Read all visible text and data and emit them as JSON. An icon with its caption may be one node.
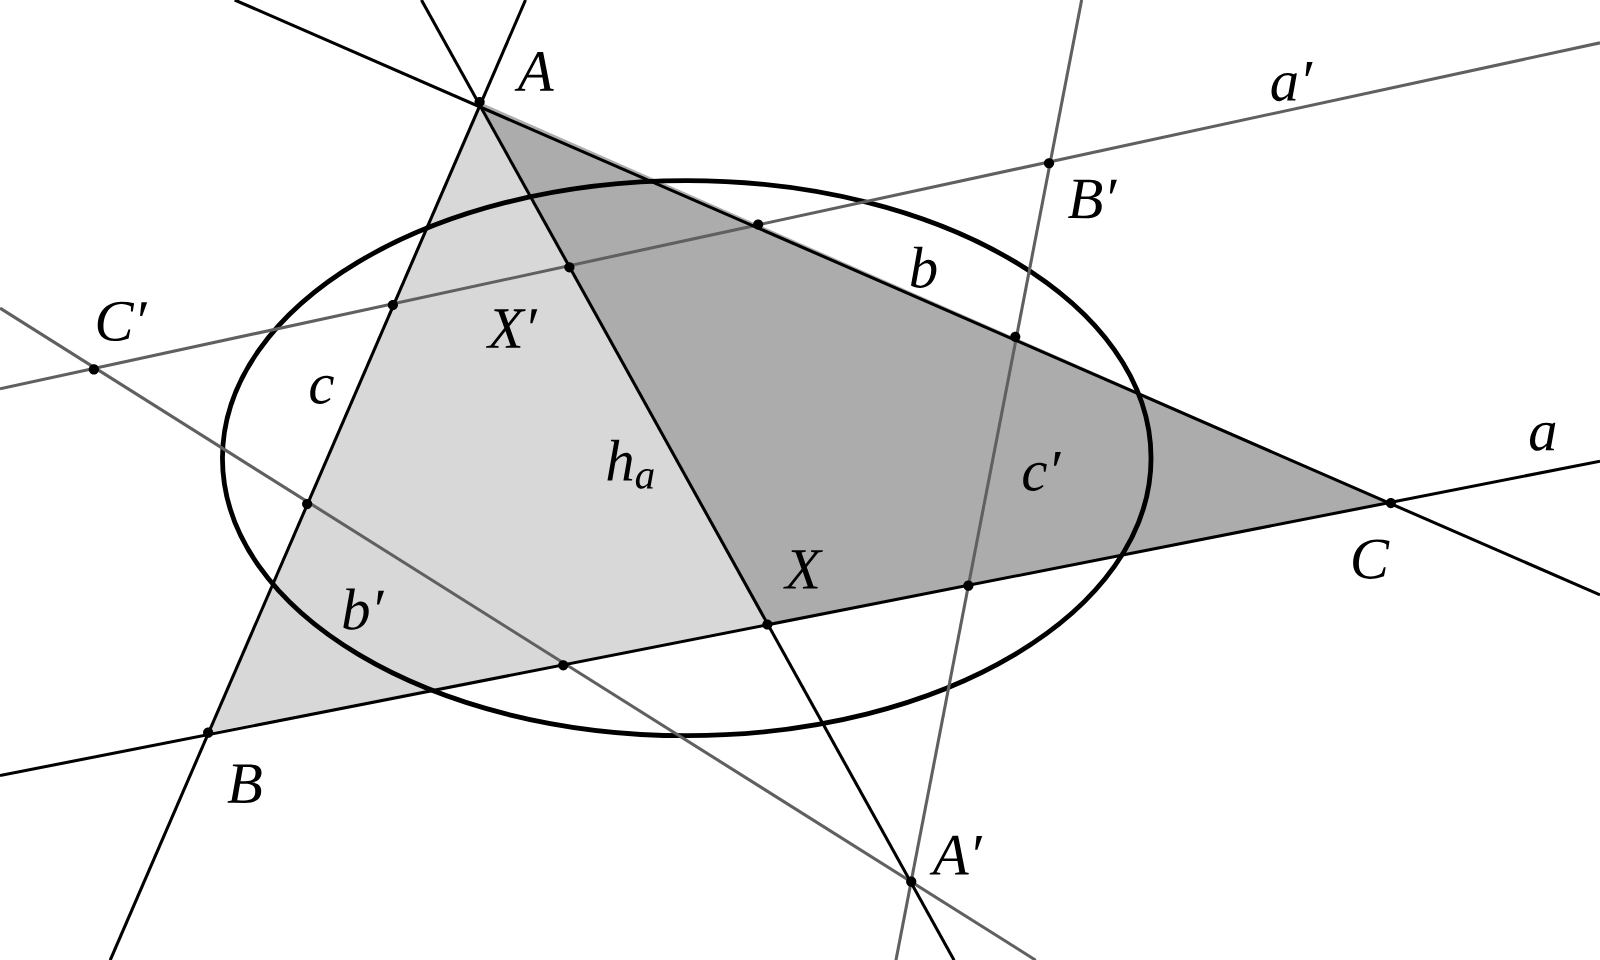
{
  "diagram": {
    "labels": [
      "A",
      "a′",
      "B′",
      "b",
      "C′",
      "X′",
      "c",
      "a",
      "h$_{a}$",
      "c′",
      "X",
      "C",
      "b′",
      "B",
      "A′"
    ]
  }
}
